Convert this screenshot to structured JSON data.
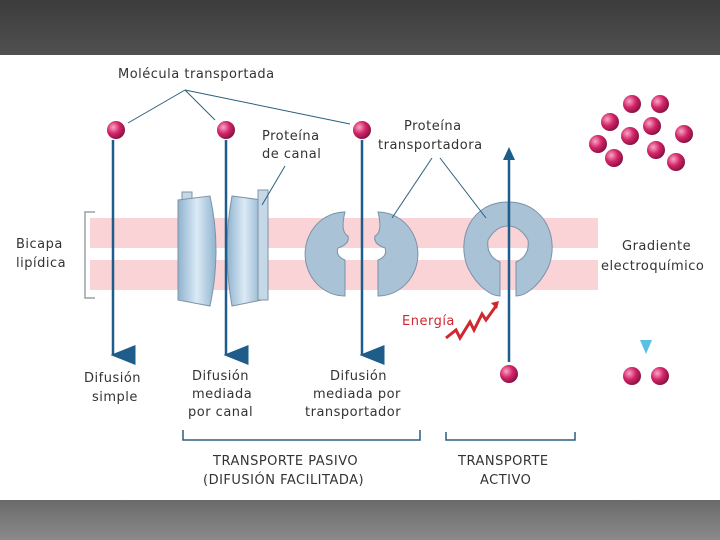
{
  "labels": {
    "molecule": "Molécula transportada",
    "channel_protein": [
      "Proteína",
      "de canal"
    ],
    "carrier_protein": [
      "Proteína",
      "transportadora"
    ],
    "bilayer": [
      "Bicapa",
      "lipídica"
    ],
    "gradient": [
      "Gradiente",
      "electroquímico"
    ],
    "energy": "Energía",
    "simple_diffusion": [
      "Difusión",
      "simple"
    ],
    "channel_diffusion": [
      "Difusión",
      "mediada",
      "por canal"
    ],
    "carrier_diffusion": [
      "Difusión",
      "mediada por",
      "transportador"
    ],
    "passive_transport": [
      "TRANSPORTE PASIVO",
      "(DIFUSIÓN FACILITADA)"
    ],
    "active_transport": [
      "TRANSPORTE",
      "ACTIVO"
    ]
  },
  "colors": {
    "membrane": "#f9d3d6",
    "arrow": "#1e5c8a",
    "gradient_arrow": "#5bc0e6",
    "molecule": "#d4246a",
    "protein": "#b9d6ea",
    "energy": "#d0282e"
  },
  "icons": {
    "energy": "zigzag-bolt-icon",
    "molecule": "sphere-icon"
  }
}
